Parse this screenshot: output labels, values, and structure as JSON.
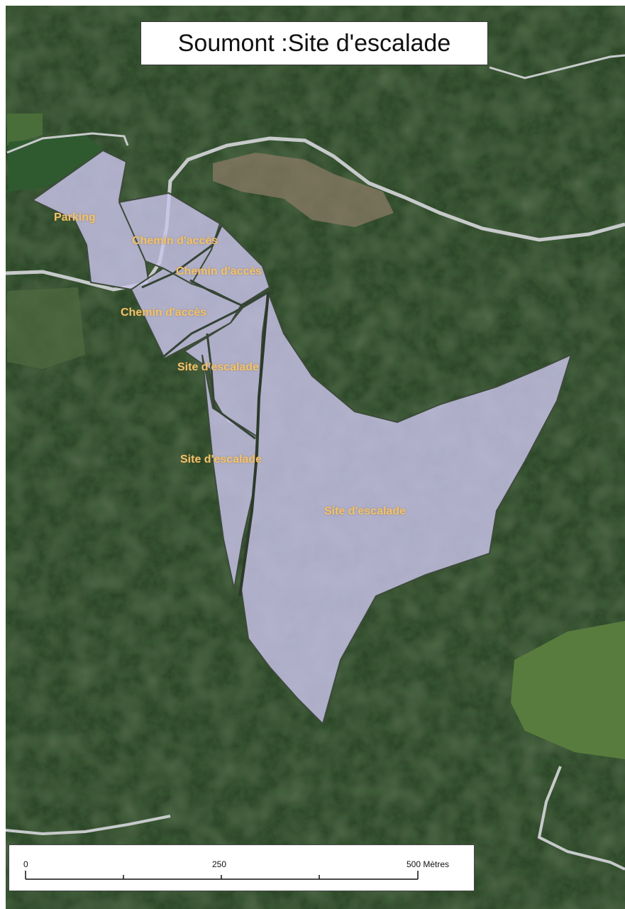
{
  "title": "Soumont :Site d'escalade",
  "colors": {
    "zone_fill": "#c9c3ea",
    "label_color": "#f2c26b",
    "forest_dark": "#1f3320",
    "forest_mid": "#35502e",
    "road": "#cfd2d4"
  },
  "zones": [
    {
      "label": "Parking"
    },
    {
      "label": "Chemin d'accès"
    },
    {
      "label": "Chemin d'accès"
    },
    {
      "label": "Chemin d'accès"
    },
    {
      "label": "Site d'escalade"
    },
    {
      "label": "Site d'escalade"
    },
    {
      "label": "Site d'escalade"
    }
  ],
  "scale": {
    "tick_0": "0",
    "tick_mid": "250",
    "tick_end": "500 Mètres"
  }
}
